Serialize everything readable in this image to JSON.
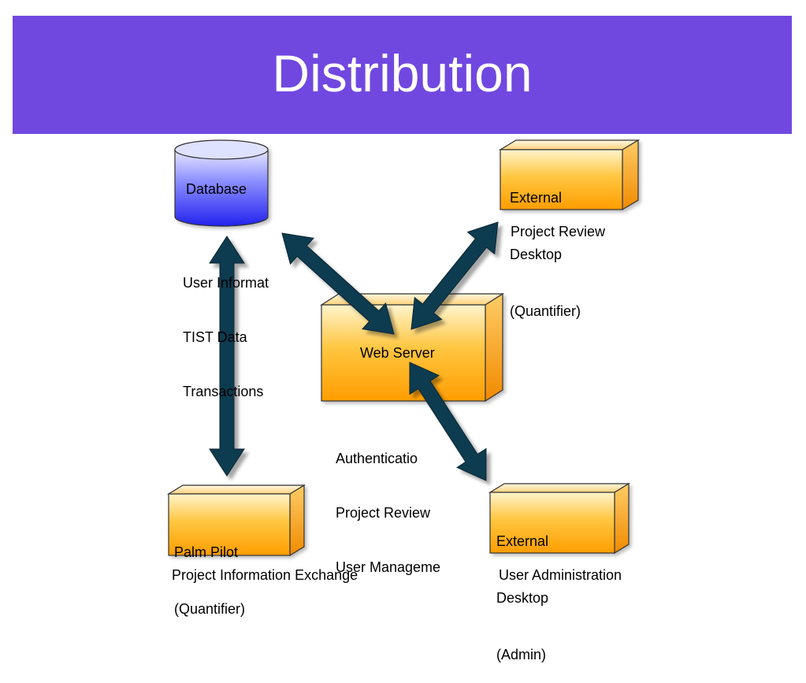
{
  "slide": {
    "title": "Distribution",
    "title_bar_color": "#7048e0"
  },
  "diagram": {
    "nodes": {
      "database": {
        "label": "Database",
        "captions": [
          "User Informat",
          "TIST Data",
          "Transactions"
        ]
      },
      "external_desktop_quantifier": {
        "label_lines": [
          "External",
          "Desktop",
          "(Quantifier)"
        ],
        "caption": "Project Review"
      },
      "web_server": {
        "label": "Web Server",
        "captions": [
          "Authenticatio",
          "Project Review",
          "User Manageme"
        ]
      },
      "palm_pilot": {
        "label_lines": [
          "Palm Pilot",
          "(Quantifier)"
        ],
        "caption": "Project Information Exchange"
      },
      "external_desktop_admin": {
        "label_lines": [
          "External",
          "Desktop",
          "(Admin)"
        ],
        "caption": "User Administration"
      }
    },
    "connections": [
      {
        "from": "database",
        "to": "web_server",
        "type": "bidirectional"
      },
      {
        "from": "external_desktop_quantifier",
        "to": "web_server",
        "type": "bidirectional"
      },
      {
        "from": "database",
        "to": "palm_pilot",
        "type": "bidirectional"
      },
      {
        "from": "web_server",
        "to": "external_desktop_admin",
        "type": "bidirectional"
      }
    ],
    "colors": {
      "node_orange": "#ffa500",
      "database_blue": "#3a3cff",
      "arrow": "#0e3a4f"
    }
  }
}
